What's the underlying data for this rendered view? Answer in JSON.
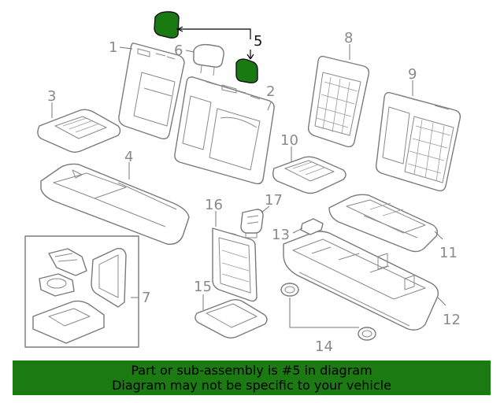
{
  "callouts": {
    "c1": "1",
    "c2": "2",
    "c3": "3",
    "c4": "4",
    "c5": "5",
    "c6": "6",
    "c7": "7",
    "c8": "8",
    "c9": "9",
    "c10": "10",
    "c11": "11",
    "c12": "12",
    "c13": "13",
    "c14": "14",
    "c15": "15",
    "c16": "16",
    "c17": "17"
  },
  "highlighted_part": "5",
  "colors": {
    "highlight": "#1a7a12",
    "banner": "#1b7a12",
    "line": "#7a7a7a"
  },
  "banner": {
    "line1": "Part or sub-assembly is #5 in diagram",
    "line2": "Diagram may not be specific to your vehicle"
  }
}
